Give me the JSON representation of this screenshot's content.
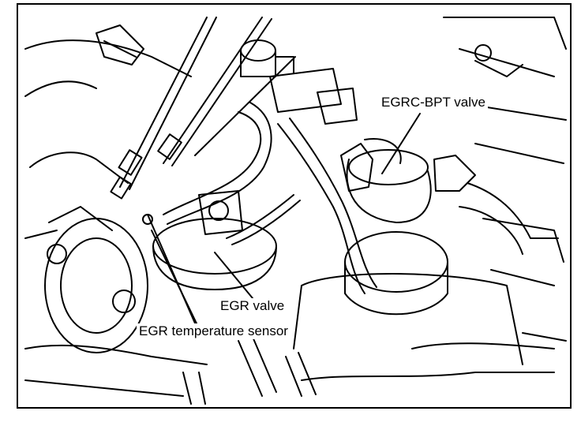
{
  "labels": {
    "egrc_bpt_valve": "EGRC-BPT valve",
    "egr_valve": "EGR valve",
    "egr_temp_sensor": "EGR temperature sensor"
  },
  "colors": {
    "ink": "#000000",
    "paper": "#ffffff"
  }
}
